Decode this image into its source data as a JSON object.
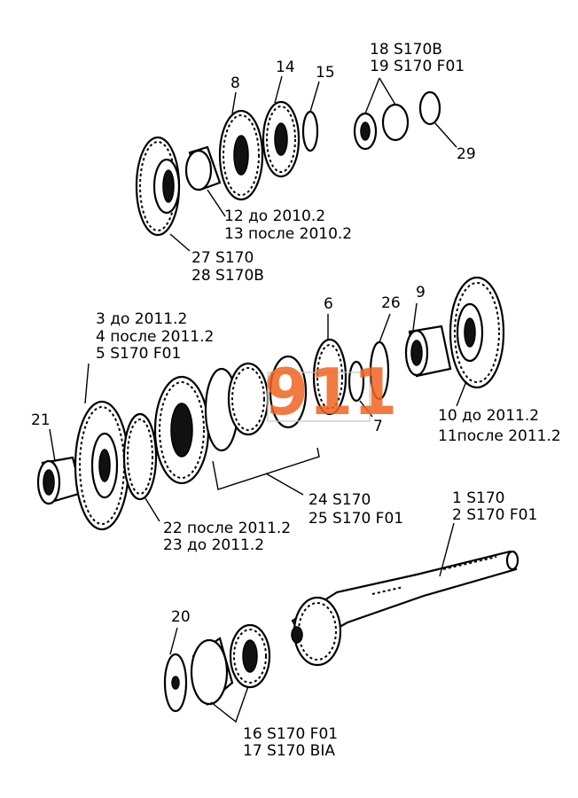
{
  "callouts": {
    "c8": "8",
    "c14": "14",
    "c15": "15",
    "c18": "18 S170B",
    "c19": "19 S170 F01",
    "c29": "29",
    "c12": "12 до 2010.2",
    "c13": "13 после 2010.2",
    "c27": "27 S170",
    "c28": "28 S170B",
    "c3": "3 до  2011.2",
    "c4": "4 после  2011.2",
    "c5": "5 S170 F01",
    "c6": "6",
    "c26": "26",
    "c9": "9",
    "c21": "21",
    "c7": "7",
    "c10": "10 до  2011.2",
    "c11": "11после  2011.2",
    "c24": "24 S170",
    "c25": "25 S170 F01",
    "c22": "22 после  2011.2",
    "c23": "23 до  2011.2",
    "c1": "1 S170",
    "c2": "2 S170 F01",
    "c20": "20",
    "c16": "16 S170 F01",
    "c17": "17 S170 BIA"
  },
  "watermark": {
    "logo_text": "911",
    "color": "#f26522"
  }
}
